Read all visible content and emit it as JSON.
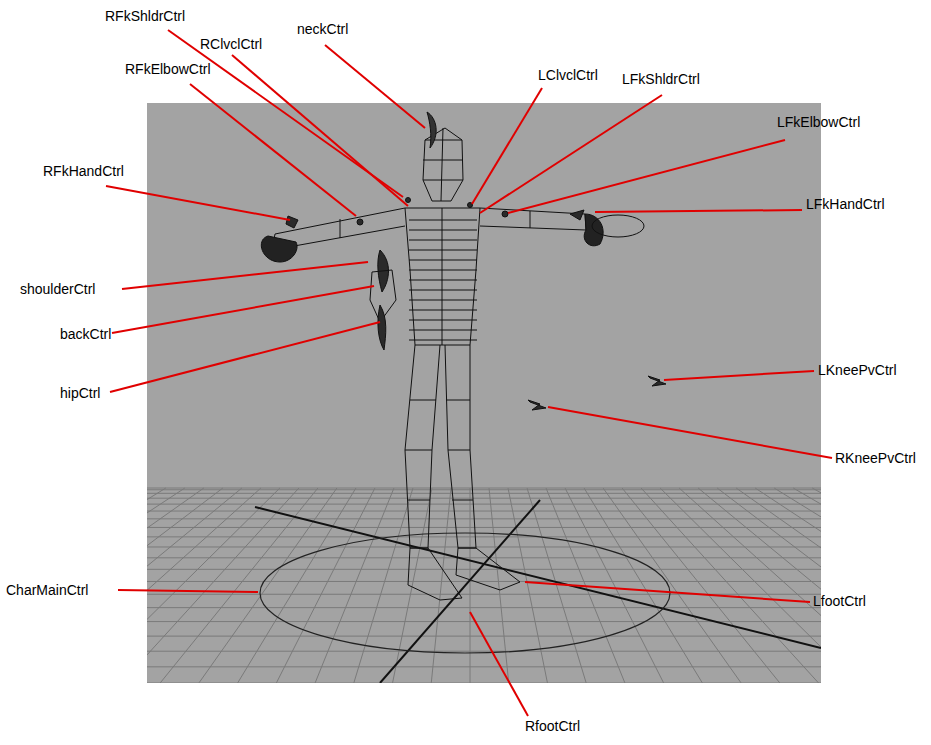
{
  "diagram": {
    "labels": [
      "RFkShldrCtrl",
      "RClvclCtrl",
      "neckCtrl",
      "RFkElbowCtrl",
      "LClvclCtrl",
      "LFkShldrCtrl",
      "LFkElbowCtrl",
      "RFkHandCtrl",
      "LFkHandCtrl",
      "shoulderCtrl",
      "backCtrl",
      "hipCtrl",
      "LKneePvCtrl",
      "RKneePvCtrl",
      "CharMainCtrl",
      "LfootCtrl",
      "RfootCtrl"
    ]
  }
}
